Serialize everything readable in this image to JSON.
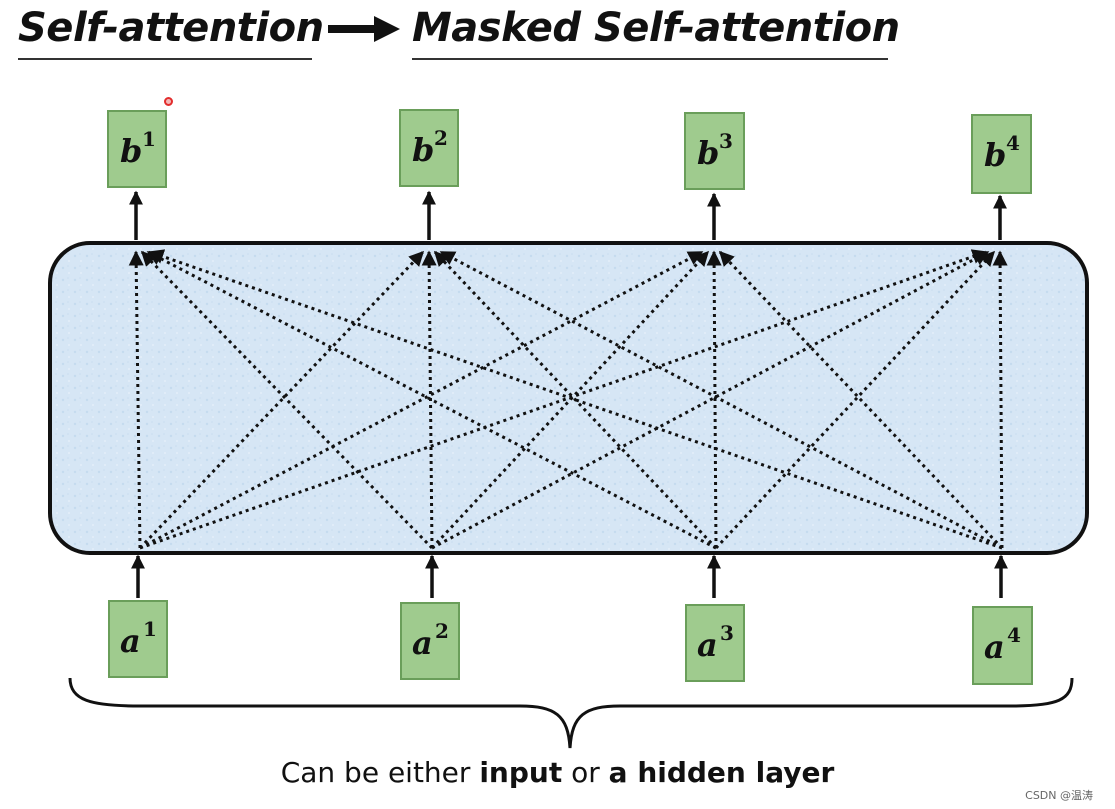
{
  "title": {
    "left": "Self-attention",
    "right": "Masked Self-attention"
  },
  "outputs": [
    {
      "base": "b",
      "sup": "1"
    },
    {
      "base": "b",
      "sup": "2"
    },
    {
      "base": "b",
      "sup": "3"
    },
    {
      "base": "b",
      "sup": "4"
    }
  ],
  "inputs": [
    {
      "base": "a",
      "sup": "1"
    },
    {
      "base": "a",
      "sup": "2"
    },
    {
      "base": "a",
      "sup": "3"
    },
    {
      "base": "a",
      "sup": "4"
    }
  ],
  "caption": {
    "prefix": "Can be either ",
    "bold1": "input",
    "middle": " or ",
    "bold2": "a hidden layer"
  },
  "watermark": "CSDN @温涛",
  "colors": {
    "node_fill": "#9fcb8e",
    "node_border": "#6a9e5a",
    "block_fill": "#d6e6f5",
    "block_border": "#111111"
  }
}
